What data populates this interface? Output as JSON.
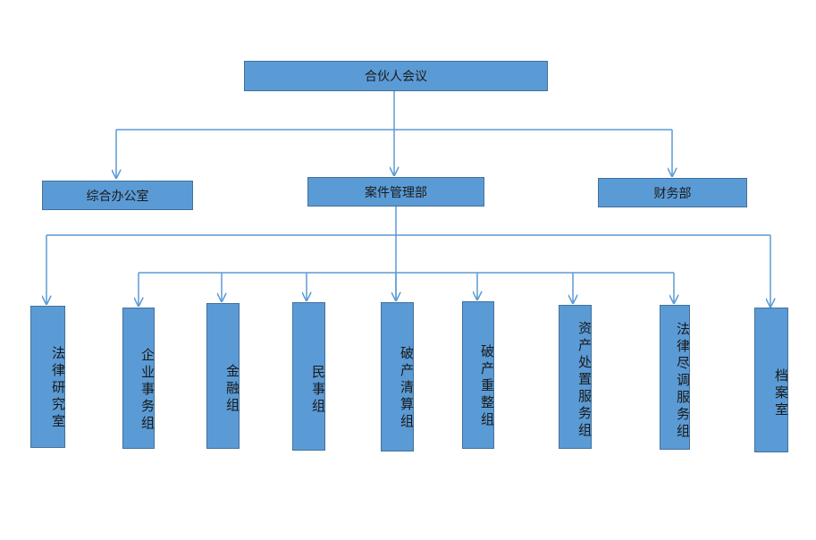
{
  "nodes": {
    "root": "合伙人会议",
    "general_office": "综合办公室",
    "case_management": "案件管理部",
    "finance": "财务部",
    "legal_research": "法律研究室",
    "corporate_affairs": "企业事务组",
    "finance_group": "金融组",
    "civil_affairs": "民事组",
    "bankruptcy_liquidation": "破产清算组",
    "bankruptcy_reorganization": "破产重整组",
    "asset_disposal": "资产处置服务组",
    "legal_due_diligence": "法律尽调服务组",
    "archives": "档案室"
  },
  "colors": {
    "box_fill": "#5b9bd5",
    "box_border": "#41719c",
    "connector": "#5b9bd5",
    "text": "#1a1a1a"
  }
}
